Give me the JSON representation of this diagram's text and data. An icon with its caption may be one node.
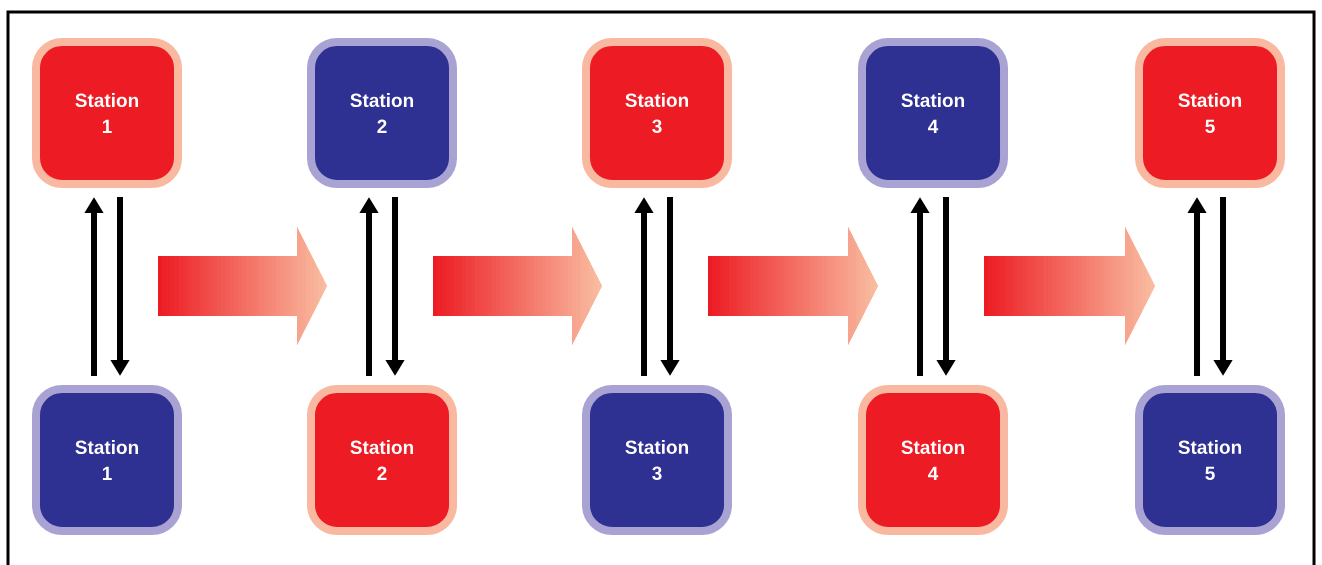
{
  "diagram": {
    "nodes": [
      {
        "text": [
          "Station 1"
        ]
      },
      {
        "text": [
          "Station 2"
        ]
      },
      {
        "text": [
          "Station 3"
        ]
      },
      {
        "text": [
          "Station 4"
        ]
      },
      {
        "text": [
          "Station 5"
        ]
      },
      {
        "text": [
          "Station 1"
        ]
      },
      {
        "text": [
          "Station 2"
        ]
      },
      {
        "text": [
          "Station 3"
        ]
      },
      {
        "text": [
          "Station 4"
        ]
      },
      {
        "text": [
          "Station 5"
        ]
      }
    ],
    "edges": [
      {
        "from": 5,
        "to": 0,
        "arrow": "to"
      },
      {
        "from": 0,
        "to": 5,
        "arrow": "to"
      },
      {
        "from": 6,
        "to": 1,
        "arrow": "to"
      },
      {
        "from": 1,
        "to": 6,
        "arrow": "to"
      },
      {
        "from": 7,
        "to": 2,
        "arrow": "to"
      },
      {
        "from": 2,
        "to": 7,
        "arrow": "to"
      },
      {
        "from": 8,
        "to": 3,
        "arrow": "to"
      },
      {
        "from": 3,
        "to": 8,
        "arrow": "to"
      },
      {
        "from": 9,
        "to": 4,
        "arrow": "to"
      },
      {
        "from": 4,
        "to": 9,
        "arrow": "to"
      },
      {
        "from": 0,
        "to": 1,
        "arrow": "to",
        "style": "thick"
      },
      {
        "from": 1,
        "to": 2,
        "arrow": "to",
        "style": "thick"
      },
      {
        "from": 2,
        "to": 3,
        "arrow": "to",
        "style": "thick"
      },
      {
        "from": 3,
        "to": 4,
        "arrow": "to",
        "style": "thick"
      }
    ]
  }
}
